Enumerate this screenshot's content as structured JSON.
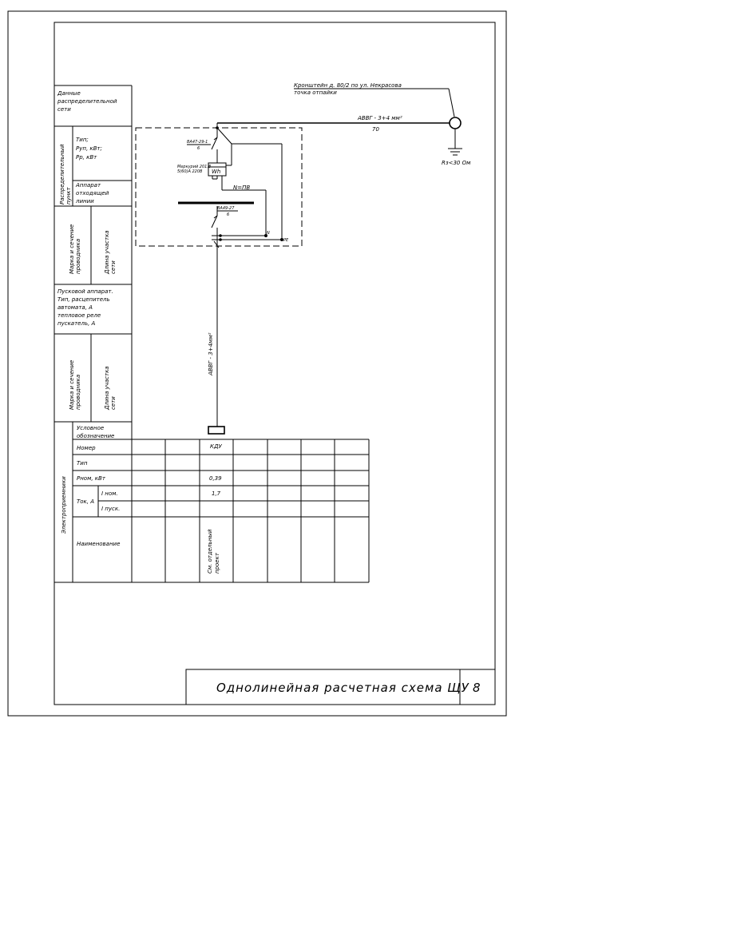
{
  "left_table": {
    "network_data": [
      "Данные",
      "распределительной",
      "сети"
    ],
    "dist_point_side": [
      "Распределительный",
      "пункт"
    ],
    "type_power": [
      "Тип;",
      "Руп, кВт;",
      "Рр, кВт"
    ],
    "outgoing_apparatus": [
      "Аппарат",
      "отходящей",
      "линии"
    ],
    "wire_brand_1": [
      "Марка и сечение",
      "проводника"
    ],
    "segment_length_1": [
      "Длина участка",
      "сети"
    ],
    "starting_apparatus": [
      "Пусковой аппарат.",
      "Тип, расцепитель",
      "автомата, А",
      "тепловое реле",
      "пускатель, А"
    ],
    "wire_brand_2": [
      "Марка и сечение",
      "проводника"
    ],
    "segment_length_2": [
      "Длина участка",
      "сети"
    ],
    "receivers_side": "Электроприемники",
    "symbol": [
      "Условное",
      "обозначение"
    ],
    "number": "Номер",
    "type": "Тип",
    "pnom": "Рном, кВт",
    "current": "Ток, А",
    "inom": "I ном.",
    "istart": "I пуск.",
    "name": "Наименование"
  },
  "receiver": {
    "number": "КДУ",
    "pnom": "0,39",
    "inom": "1,7",
    "name": [
      "См. отдельный",
      "проект"
    ]
  },
  "diagram": {
    "supply_label": "Кронштейн д. 80/2 по ул. Некрасова",
    "connection_point": "точка отпайки",
    "cable_in": "АВВГ - 3+4 мм²",
    "cable_in_length": "70",
    "ground": "Rз<30 Ом",
    "breaker_main": "ВА47-29-1",
    "breaker_main_rating": "6",
    "meter_text": [
      "Меркурий 201.8",
      "5(60)А 220В"
    ],
    "meter_symbol": "Wh",
    "neutral_pe": "N=ПВ",
    "breaker_out": "ВА49-27",
    "breaker_out_rating": "6",
    "n_label": "N",
    "pe_label": "PE",
    "cable_out": "АВВГ - 3+4мм²"
  },
  "title_block": {
    "title": "Однолинейная расчетная схема ЩУ",
    "sheet": "8"
  }
}
